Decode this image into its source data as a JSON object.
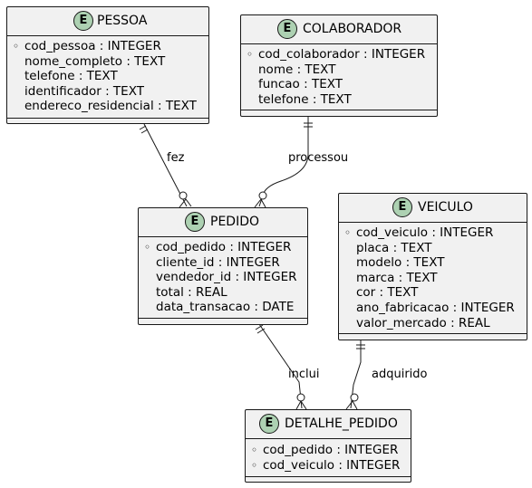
{
  "entity_badge": "E",
  "entities": {
    "pessoa": {
      "name": "PESSOA",
      "attributes": [
        "cod_pessoa : INTEGER",
        "nome_completo : TEXT",
        "telefone : TEXT",
        "identificador : TEXT",
        "endereco_residencial : TEXT"
      ]
    },
    "colaborador": {
      "name": "COLABORADOR",
      "attributes": [
        "cod_colaborador : INTEGER",
        "nome : TEXT",
        "funcao : TEXT",
        "telefone : TEXT"
      ]
    },
    "pedido": {
      "name": "PEDIDO",
      "attributes": [
        "cod_pedido : INTEGER",
        "cliente_id : INTEGER",
        "vendedor_id : INTEGER",
        "total : REAL",
        "data_transacao : DATE"
      ]
    },
    "veiculo": {
      "name": "VEICULO",
      "attributes": [
        "cod_veiculo : INTEGER",
        "placa : TEXT",
        "modelo : TEXT",
        "marca : TEXT",
        "cor : TEXT",
        "ano_fabricacao : INTEGER",
        "valor_mercado : REAL"
      ]
    },
    "detalhe_pedido": {
      "name": "DETALHE_PEDIDO",
      "attributes": [
        "cod_pedido : INTEGER",
        "cod_veiculo : INTEGER"
      ]
    }
  },
  "primary_key_marker": "◦",
  "relationships": {
    "fez": "fez",
    "processou": "processou",
    "inclui": "inclui",
    "adquirido": "adquirido"
  },
  "colors": {
    "entity_fill": "#f1f1f1",
    "entity_border": "#181818",
    "badge_fill": "#add1b2",
    "line": "#181818"
  }
}
